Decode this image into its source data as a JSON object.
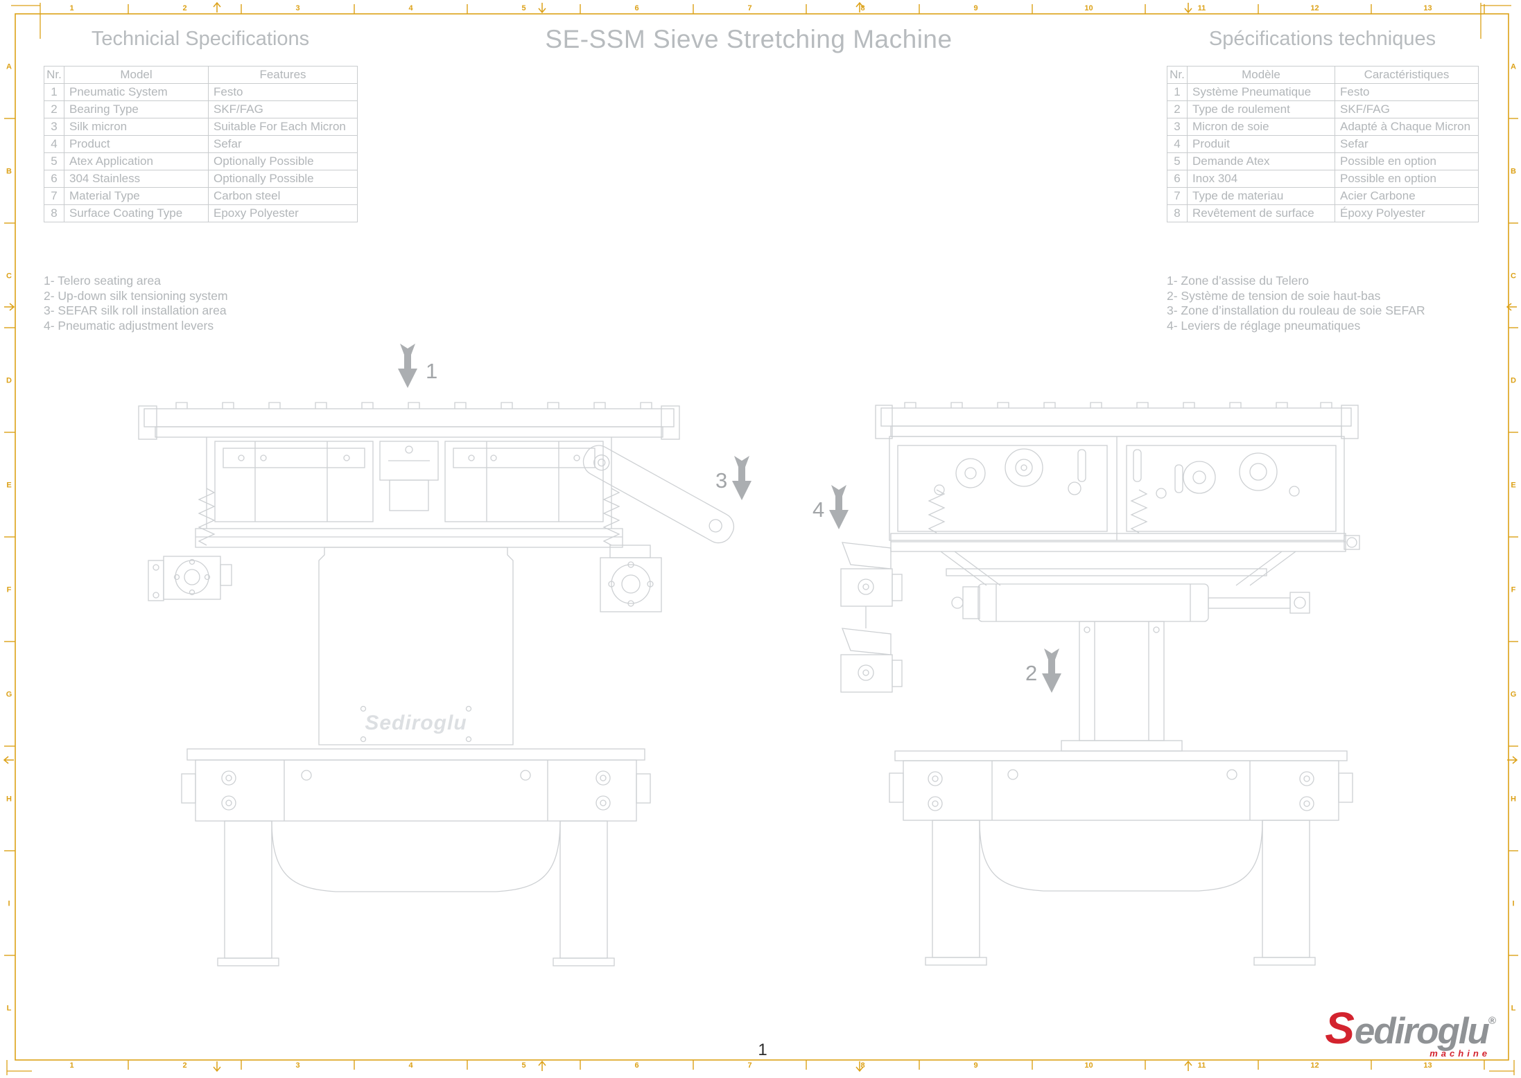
{
  "page": {
    "title": "SE-SSM Sieve Stretching Machine",
    "page_number": "1"
  },
  "spec_en": {
    "heading": "Technicial Specifications",
    "columns": [
      "Nr.",
      "Model",
      "Features"
    ],
    "rows": [
      [
        "1",
        "Pneumatic System",
        "Festo"
      ],
      [
        "2",
        "Bearing Type",
        "SKF/FAG"
      ],
      [
        "3",
        "Silk micron",
        "Suitable For Each Micron"
      ],
      [
        "4",
        "Product",
        "Sefar"
      ],
      [
        "5",
        "Atex Application",
        "Optionally Possible"
      ],
      [
        "6",
        "304 Stainless",
        "Optionally Possible"
      ],
      [
        "7",
        "Material Type",
        "Carbon steel"
      ],
      [
        "8",
        "Surface Coating Type",
        "Epoxy Polyester"
      ]
    ]
  },
  "spec_fr": {
    "heading": "Spécifications techniques",
    "columns": [
      "Nr.",
      "Modèle",
      "Caractéristiques"
    ],
    "rows": [
      [
        "1",
        "Système Pneumatique",
        "Festo"
      ],
      [
        "2",
        "Type de roulement",
        "SKF/FAG"
      ],
      [
        "3",
        "Micron de soie",
        "Adapté à Chaque Micron"
      ],
      [
        "4",
        "Produit",
        "Sefar"
      ],
      [
        "5",
        "Demande Atex",
        "Possible en option"
      ],
      [
        "6",
        "Inox 304",
        "Possible en option"
      ],
      [
        "7",
        "Type de materiau",
        "Acier Carbone"
      ],
      [
        "8",
        "Revêtement de surface",
        "Époxy Polyester"
      ]
    ]
  },
  "legend_en": [
    "1- Telero seating area",
    "2- Up-down silk tensioning system",
    "3- SEFAR silk roll installation area",
    "4- Pneumatic adjustment levers"
  ],
  "legend_fr": [
    "1- Zone d’assise du Telero",
    "2- Système de tension de soie haut-bas",
    "3- Zone d’installation du rouleau de soie SEFAR",
    "4- Leviers de réglage pneumatiques"
  ],
  "callouts": {
    "c1": "1",
    "c2": "2",
    "c3": "3",
    "c4": "4"
  },
  "watermark": "Sediroglu",
  "logo": {
    "brand_initial": "S",
    "brand_rest": "ediroglu",
    "registered": "®",
    "tagline": "machine"
  },
  "frame": {
    "accent": "#DCA117",
    "column_labels": [
      "1",
      "2",
      "3",
      "4",
      "5",
      "6",
      "7",
      "8",
      "9",
      "10",
      "11",
      "12",
      "13"
    ],
    "row_labels": [
      "A",
      "B",
      "C",
      "D",
      "E",
      "F",
      "G",
      "H",
      "I",
      "L"
    ]
  },
  "colors": {
    "frame_accent": "#DCA117",
    "text_gray": "#b2b6b9",
    "line_gray": "#cdd0d3",
    "logo_red": "#d3232e",
    "logo_gray": "#8f9295"
  }
}
